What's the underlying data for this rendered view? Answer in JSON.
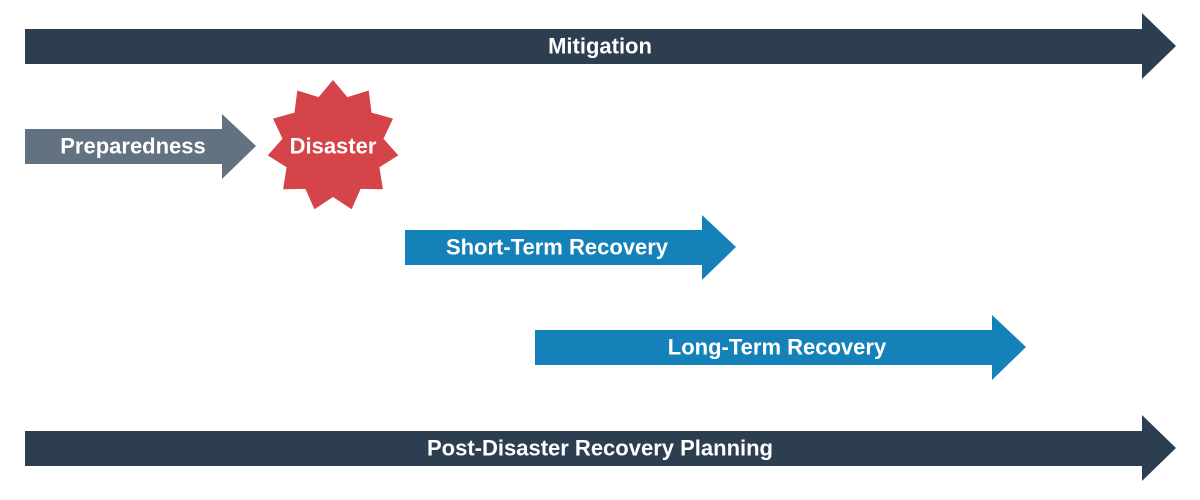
{
  "colors": {
    "navy": "#2d3e50",
    "slate": "#627280",
    "blue": "#1482b8",
    "red": "#d44448",
    "text": "#ffffff"
  },
  "phases": {
    "mitigation": "Mitigation",
    "preparedness": "Preparedness",
    "disaster": "Disaster",
    "short_term": "Short-Term Recovery",
    "long_term": "Long-Term Recovery",
    "planning": "Post-Disaster Recovery Planning"
  }
}
